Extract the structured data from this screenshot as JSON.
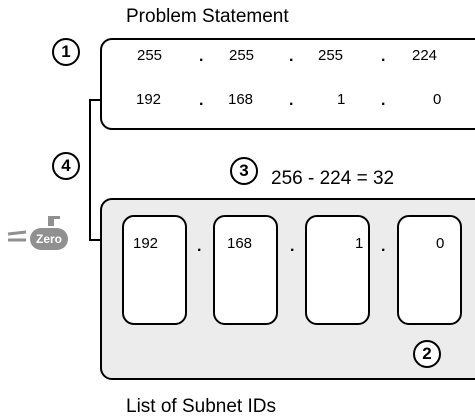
{
  "titles": {
    "top": "Problem Statement",
    "bottom": "List of Subnet IDs"
  },
  "problem": {
    "mask": [
      "255",
      "255",
      "255",
      "224"
    ],
    "ip": [
      "192",
      "168",
      "1",
      "0"
    ],
    "separator": "."
  },
  "subnets": {
    "values": [
      "192",
      "168",
      "1",
      "0"
    ],
    "separator": "."
  },
  "equation": "256 - 224 = 32",
  "steps": {
    "one": "1",
    "two": "2",
    "three": "3",
    "four": "4"
  },
  "badge": {
    "label": "Zero",
    "icon": "submarine-icon"
  },
  "colors": {
    "panel_bg": "#ececec",
    "badge_bg": "#909090"
  }
}
